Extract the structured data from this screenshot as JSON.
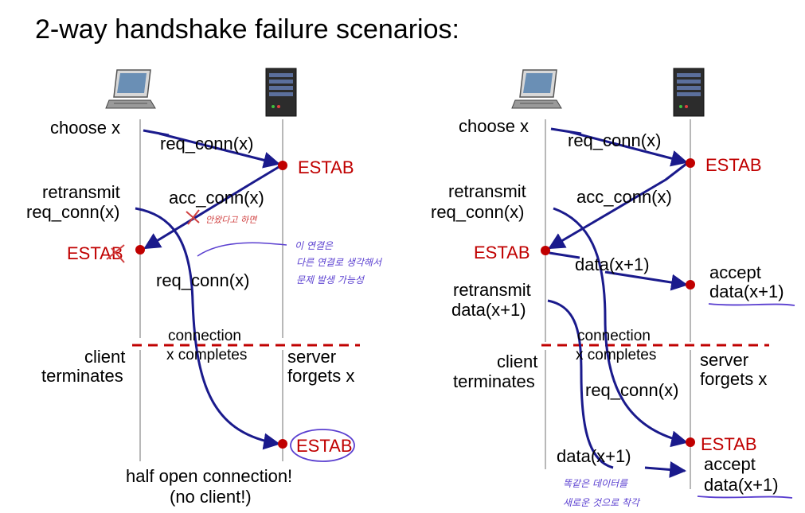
{
  "title": "2-way handshake failure scenarios:",
  "colors": {
    "arrow": "#1a1a8c",
    "estab": "#c00000",
    "handwriting": "#5a3fd0",
    "handwriting_red": "#d04040"
  },
  "icons": {
    "client": "desktop-computer-icon",
    "server": "server-tower-icon"
  },
  "left": {
    "choose": "choose x",
    "req1": "req_conn(x)",
    "estab_server": "ESTAB",
    "retransmit1": "retransmit",
    "retransmit2": "req_conn(x)",
    "acc": "acc_conn(x)",
    "estab_client": "ESTAB",
    "req2": "req_conn(x)",
    "conn1": "connection",
    "conn2": "x completes",
    "client1": "client",
    "client2": "terminates",
    "server1": "server",
    "server2": "forgets x",
    "estab_end": "ESTAB",
    "half1": "half open connection!",
    "half2": "(no client!)",
    "note_red": "안왔다고 하면",
    "note1": "이 연결은",
    "note2": "다른 연결로 생각해서",
    "note3": "문제 발생 가능성"
  },
  "right": {
    "choose": "choose x",
    "req1": "req_conn(x)",
    "estab_server": "ESTAB",
    "retransmit1": "retransmit",
    "retransmit2": "req_conn(x)",
    "acc": "acc_conn(x)",
    "estab_client": "ESTAB",
    "data": "data(x+1)",
    "accept1": "accept",
    "accept2": "data(x+1)",
    "retrans_data1": "retransmit",
    "retrans_data2": "data(x+1)",
    "conn1": "connection",
    "conn2": "x completes",
    "client1": "client",
    "client2": "terminates",
    "server1": "server",
    "server2": "forgets x",
    "req2": "req_conn(x)",
    "estab_end": "ESTAB",
    "data2": "data(x+1)",
    "accept3": "accept",
    "accept4": "data(x+1)",
    "note1": "똑같은 데이터를",
    "note2": "새로운 것으로 착각"
  }
}
